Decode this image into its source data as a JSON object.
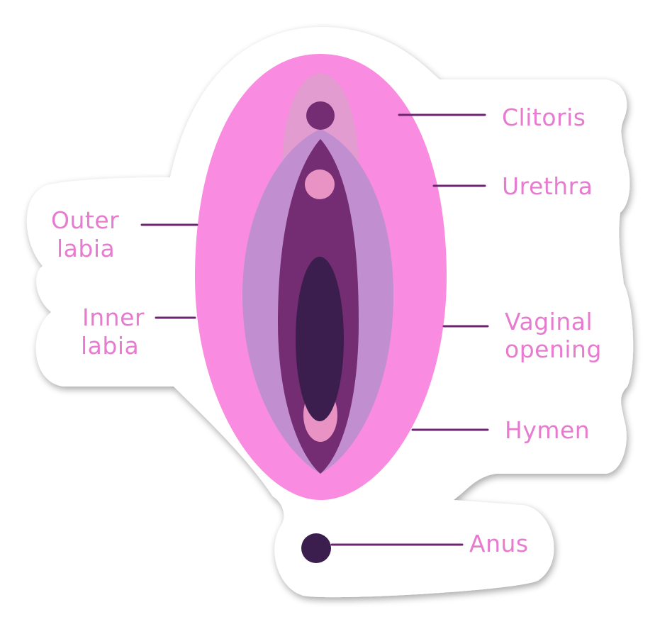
{
  "diagram": {
    "labels": {
      "clitoris": "Clitoris",
      "urethra": "Urethra",
      "outer_labia_line1": "Outer",
      "outer_labia_line2": "labia",
      "inner_labia_line1": "Inner",
      "inner_labia_line2": "labia",
      "vaginal_opening_line1": "Vaginal",
      "vaginal_opening_line2": "opening",
      "hymen": "Hymen",
      "anus": "Anus"
    },
    "colors": {
      "label_text": "#e67bcf",
      "leader_line": "#6e2470",
      "outer_labia": "#f98be0",
      "clitoral_hood": "#e29ccf",
      "inner_labia": "#c18fd0",
      "vestibule": "#742d72",
      "vaginal_opening": "#3b1e4e",
      "hymen": "#e893c4",
      "clitoris": "#742d72",
      "urethra": "#e893c4",
      "anus": "#3b1e4e",
      "sticker_background": "#ffffff",
      "sticker_shadow": "#c9c9c9"
    }
  }
}
